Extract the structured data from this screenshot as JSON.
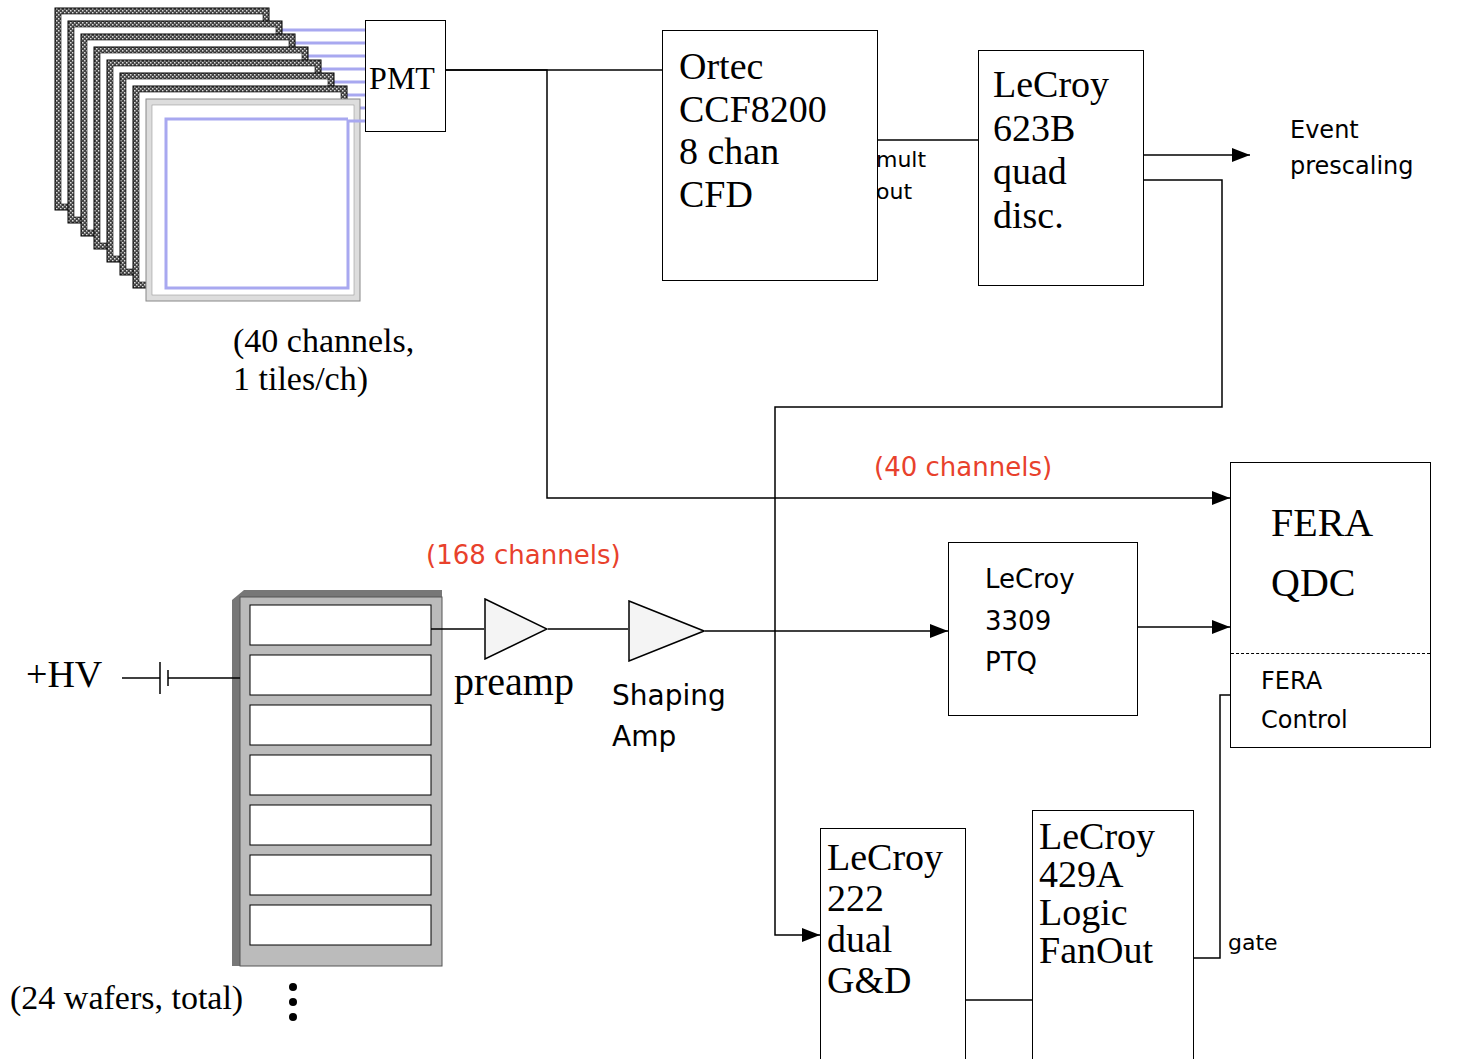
{
  "diagram": {
    "nodes": [
      {
        "text": [
          "PMT"
        ]
      },
      {
        "text": [
          "Ortec CCF8200 8 chan CFD"
        ]
      },
      {
        "text": [
          "LeCroy 623B quad disc."
        ]
      },
      {
        "text": [
          "FERA QDC",
          "FERA Control"
        ]
      },
      {
        "text": [
          "preamp"
        ]
      },
      {
        "text": [
          "Shaping Amp"
        ]
      },
      {
        "text": [
          "LeCroy 3309 PTQ"
        ]
      },
      {
        "text": [
          "LeCroy 222 dual G&D"
        ]
      },
      {
        "text": [
          "LeCroy 429A Logic FanOut"
        ]
      }
    ],
    "edges": [
      {
        "from": 0,
        "to": 1,
        "arrow": "none"
      },
      {
        "from": 0,
        "to": 3,
        "arrow": "to",
        "label": "(40 channels)"
      },
      {
        "from": 1,
        "to": 2,
        "arrow": "none",
        "label": "mult out"
      },
      {
        "from": 2,
        "to": 7,
        "arrow": "to"
      },
      {
        "from": 4,
        "to": 5,
        "arrow": "none"
      },
      {
        "from": 5,
        "to": 6,
        "arrow": "to"
      },
      {
        "from": 6,
        "to": 3,
        "arrow": "to"
      },
      {
        "from": 7,
        "to": 8,
        "arrow": "none"
      },
      {
        "from": 8,
        "to": 3,
        "arrow": "none",
        "label": "gate"
      }
    ],
    "labels": [
      "(40 channels, 1 tiles/ch)",
      "Event prescaling",
      "(168 channels)",
      "+HV",
      "(24 wafers, total)"
    ]
  }
}
